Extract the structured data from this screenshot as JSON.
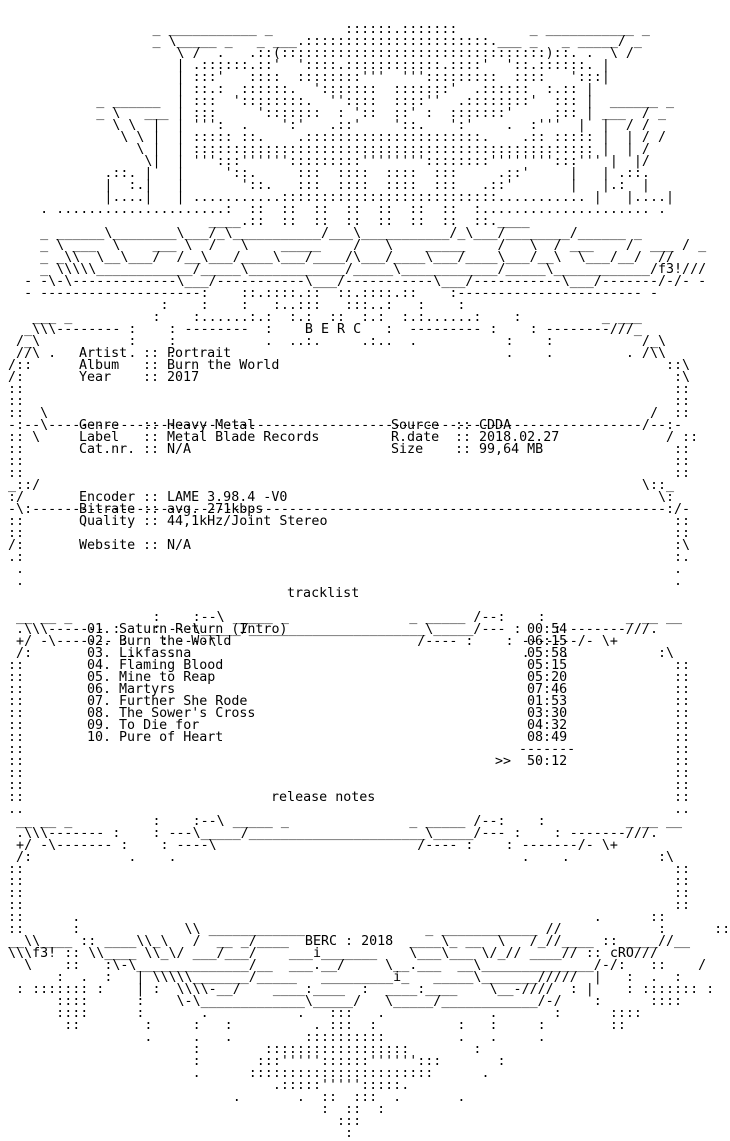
{
  "art_lines": [
    "                   _ ___________ _         ::::::.:::::::         _ ___________ _",
    "                   _ \\_____ _   _ ___.:::::::::::::::::::::::.___ _   _ _____/ _",
    "                      \\ /  .   .::(:::::::::::::::::::::::::::::::::)::. .  \\ /",
    "                      | .::::::.::'  '::::.::::::::::::.::::'  '::.::::::. |",
    "                      | :::'   ::::  ::::::::'''  ''':::::::::  ::::   ':::|",
    "                      | ::.:  ::::::.  ':::::::  :::::::'  .::::::  :.:: |",
    "            _ ______  | :::  '::::::::.  ''::::  ::::''  .::::::::'  ::: |  ______ _",
    "            _ \\   ___ | :::     ':::::::  : '::  ::' :  :::::::'     ::: | ___  / _",
    "              \\ \\  |  | ''':  .    ':'   .::'    '::.   ':'    .  :'''  |  |  / /",
    "               \\ \\ |  | ::::: ::.    .::::::::::::::::::::::.    .:: ::::: |  | / /",
    "                 \\ |  | :::::::::::::::::::::::::::::::::::::::::::::::::: |  | /",
    "                  \\|  | ''':::'''''':::::::::''''''''::::::::'''''''':::''' |  |/",
    "             .::. |   |     '::.     :::  ::::  ::::  :::     .::'     |   | .::.",
    "             |  :.|   |       '::.   :::  ::::  ::::  :::   .::'       |   |.:  |",
    "             |....|   | ...........:::::::::::::::::::::::::::........... |   |....|",
    "     . .....................:  ::  ::  ::  ::  ::  ::  ::  :..................... .",
    "                          ____.::  ::  ::  ::  ::  ::  ::  ::.____",
    "     _ ______\\________\\___/_\\___________/___\\___________/_\\___/________/______ _",
    "     _ \\ ___  \\    ___ \\  /   \\    _____    /   \\    _____    /   \\  / ___    /  ___ / _",
    "     _ _\\\\  \\__\\___/  /__\\___/____\\___/____/\\___/____\\___/____\\___/__\\  \\___/__/  //",
    "     _ \\\\\\\\\\____________/_____\\____________/_____\\____________/_____\\____________/f3!///",
    "   - -\\-\\-------------\\___/-----------\\___/-----------\\___/-----------\\___/-------/-/- -",
    "   - --------------------:    ::.::::.::  ::.::::.::    :----------------------- -",
    "                    :    :    :   :..:::   :::..:   :    :",
    "    ___ _          :    :......:.:  :.:  ::  :.:  :.:......:    :          _ ___",
    "   _\\\\\\-------- :    : --------  :    B E R C   :  --------- :    : --------///_",
    "  /_\\           :    :           .  ..:.     .:..  .           :    :           /_\\",
    "  //\\ .         .    .                                         .    .         . /\\\\",
    " /::                                                                               ::\\",
    " /:                                                                                 :\\",
    " ::                                                                                 ::",
    " ::                                                                                 ::",
    " ::  \\                                                                           /  ::",
    " -:--\\--------------------------------------------------------------------------/--:-",
    " :: \\                                                                              / ::",
    " ::                                                                                 ::",
    " ::                                                                                 ::",
    " ::                                                                                 ::",
    " _::/                                                                           \\::_",
    " :/                                                                               \\:",
    " -\\:-------------------------------------------------------------------------------:/-",
    " ::                                                                                 ::",
    " ::                                                                                 ::",
    " /:                                                                                 :\\",
    " .:                                                                                 :.",
    "  .                                                                                 .",
    "  .                                                                                 .",
    "",
    "",
    "  __ __ _          :    :--\\ _____ _               _ _____ /--:    :          _ __ __",
    "  .\\\\\\------- :    : ---\\_____/______________________\\_____/--- :    : -------///.",
    "  +/ -\\------- :    : ----\\                         /---- :    : -------/- \\+",
    "  /:            .    .                                           .    .           :\\",
    " ::                                                                                 ::",
    " ::                                                                                 ::",
    " ::                                                                                 ::",
    " ::                                                                                 ::",
    " ::                                                                                 ::",
    " ::                                                                                 ::",
    " ::                                                                                 ::",
    " ::                                                                                 ::",
    " ::                                                                                 ::",
    " ::                                                                                 ::",
    " ::                                                                                 ::",
    " ::                                                                                 ::",
    " ..                                                                                 ..",
    "  __ __ _          :    :--\\ _____ _               _ _____ /--:    :          _ __ __",
    "  .\\\\\\------- :    : ---\\_____/______________________\\_____/--- :    : -------///.",
    "  +/ -\\------- :    : ----\\                         /---- :    : -------/- \\+",
    "  /:            .    .                                           .    .           :\\",
    " ::                                                                                 ::",
    " ::                                                                                 ::",
    " ::                                                                                 ::",
    " ::                                                                                 ::",
    " ::      .                                                                .      ::",
    " ::      :             \\\\ ____________ _             _ ____________ //            :      ::",
    " __\\\\____ :: ____\\\\_\\   /  __ _/____  BERC : 2018  ____\\_ __  \\   /_//____ :: ____//__",
    " \\\\\\f3! :: \\\\____ \\\\_\\/ ___/___/    ___i_______    \\___\\___ \\/_// ____// :: cRO///",
    "   \\    ::   :\\-\\______________/__  ___.__/     \\__.___  __\\______________/-/:   ::    /",
    "       :  .  :   | \\\\\\\\\\_______/_____   _________i_   _____\\_______/////  |   :  .  :",
    "  : ::::::: :    | :  \\\\\\\\-__/    ____:____  :  ____:____    \\__-////  : |    : ::::::: :",
    "       ::::      :    \\-\\_____________\\_____/   \\_____/____________/-/    :      ::::",
    "       ::::      :       .           .   :::   .             .       :      ::::",
    "        ::        :     :   :          . :::  :          :   :     :        ::",
    "                  .     .   .         ::::::::::         .   .     .",
    "                        :        ::::::::::::::::::        :",
    "                        :       :::'''''::::::'''''':::       :",
    "                        .      :::::::::::::::::::::::      .",
    "                                  .:::::''''':::::.",
    "                             .       .  ::  :::  .       .",
    "                                        :  ::  :",
    "                                          :::",
    "                                           :"
  ],
  "info": {
    "artist_label": "Artist",
    "artist_value": "Portrait",
    "album_label": "Album",
    "album_value": "Burn the World",
    "year_label": "Year",
    "year_value": "2017",
    "genre_label": "Genre",
    "genre_value": "Heavy Metal",
    "label_label": "Label",
    "label_value": "Metal Blade Records",
    "catnr_label": "Cat.nr.",
    "catnr_value": "N/A",
    "source_label": "Source",
    "source_value": "CDDA",
    "rdate_label": "R.date",
    "rdate_value": "2018.02.27",
    "size_label": "Size",
    "size_value": "99,64 MB",
    "encoder_label": "Encoder",
    "encoder_value": "LAME 3.98.4 -V0",
    "bitrate_label": "Bitrate",
    "bitrate_value": "avg. 271kbps",
    "quality_label": "Quality",
    "quality_value": "44,1kHz/Joint Stereo",
    "website_label": "Website",
    "website_value": "N/A",
    "separator": "::"
  },
  "tracklist": {
    "title": "tracklist",
    "tracks": [
      {
        "num": "01.",
        "title": "Saturn Return (Intro)",
        "time": "00:54"
      },
      {
        "num": "02.",
        "title": "Burn the World",
        "time": "06:15"
      },
      {
        "num": "03.",
        "title": "Likfassna",
        "time": "05:58"
      },
      {
        "num": "04.",
        "title": "Flaming Blood",
        "time": "05:15"
      },
      {
        "num": "05.",
        "title": "Mine to Reap",
        "time": "05:20"
      },
      {
        "num": "06.",
        "title": "Martyrs",
        "time": "07:46"
      },
      {
        "num": "07.",
        "title": "Further She Rode",
        "time": "01:53"
      },
      {
        "num": "08.",
        "title": "The Sower's Cross",
        "time": "03:30"
      },
      {
        "num": "09.",
        "title": "To Die for",
        "time": "04:32"
      },
      {
        "num": "10.",
        "title": "Pure of Heart",
        "time": "08:49"
      }
    ],
    "total_rule": "-------",
    "total_marker": ">>",
    "total_time": "50:12"
  },
  "release_notes": {
    "title": "release notes"
  }
}
